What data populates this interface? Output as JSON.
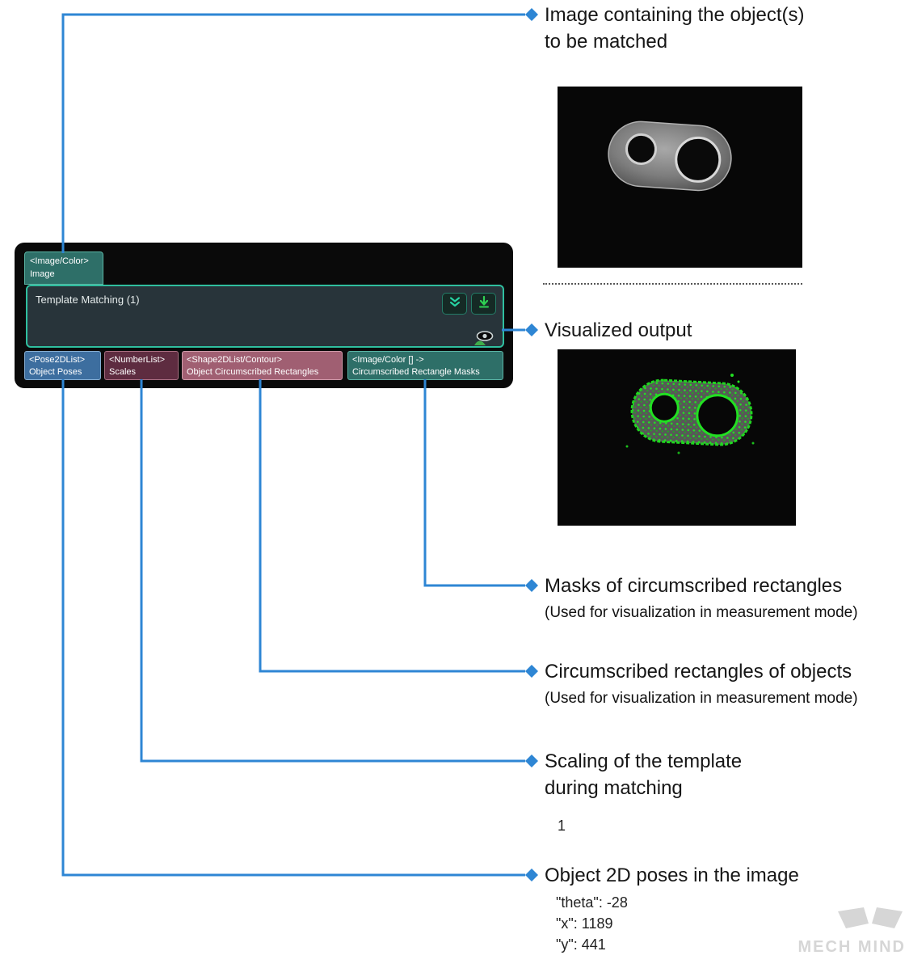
{
  "colors": {
    "connector_blue": "#2e86d4",
    "node_background": "#0a0a0a",
    "node_body_background": "#28343a",
    "node_border_teal": "#2fbf9f",
    "teal_port": "#2e6f68",
    "blue_port": "#3d6e9f",
    "maroon_port": "#5e2c40",
    "mauve_port": "#a05f72",
    "mask_green": "#22e022"
  },
  "node": {
    "title": "Template Matching (1)",
    "input_port": {
      "type": "<Image/Color>",
      "label": "Image"
    },
    "output_ports": [
      {
        "type": "<Pose2DList>",
        "label": "Object Poses"
      },
      {
        "type": "<NumberList>",
        "label": "Scales"
      },
      {
        "type": "<Shape2DList/Contour>",
        "label": "Object Circumscribed Rectangles"
      },
      {
        "type": "<Image/Color [] ->",
        "label": "Circumscribed Rectangle Masks"
      }
    ],
    "icons": {
      "collapse": "chevron-double-down-icon",
      "download": "arrow-down-icon",
      "visibility": "eye-icon"
    }
  },
  "annotations": {
    "image_input": {
      "line1": "Image containing the object(s)",
      "line2": "to be matched"
    },
    "visualized_output": {
      "line1": "Visualized output"
    },
    "masks": {
      "line1": "Masks of circumscribed rectangles",
      "sub": "(Used for visualization in measurement mode)"
    },
    "rectangles": {
      "line1": "Circumscribed rectangles of objects",
      "sub": "(Used for visualization in measurement mode)"
    },
    "scaling": {
      "line1": "Scaling of the template",
      "line2": "during matching",
      "value": "1"
    },
    "poses": {
      "line1": "Object 2D poses in the image",
      "values": [
        "\"theta\": -28",
        "\"x\": 1189",
        "\"y\": 441"
      ]
    }
  },
  "watermark": {
    "text": "MECH MIND"
  }
}
